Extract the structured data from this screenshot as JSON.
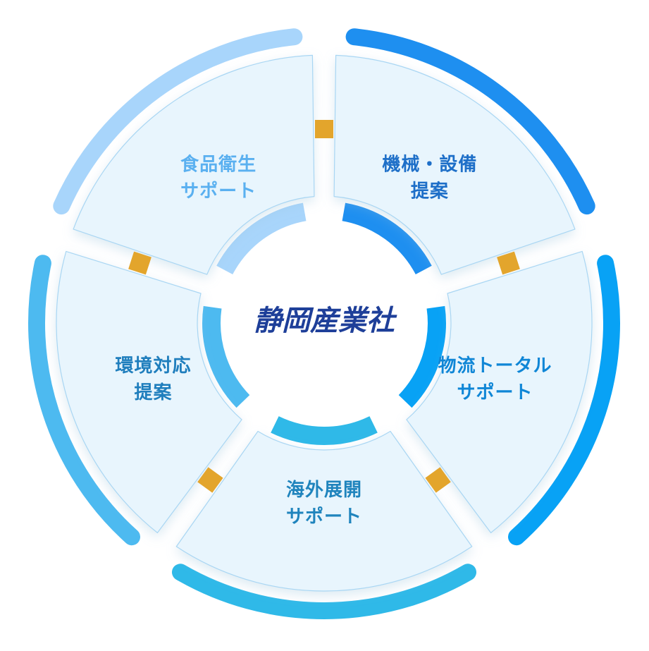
{
  "center": {
    "logo": "静岡産業社",
    "color": "#1e3f99"
  },
  "segments": [
    {
      "id": "food",
      "lines": [
        "食品衛生",
        "サポート"
      ],
      "color": "#a8d5fb",
      "text_color": "#5ab0f0"
    },
    {
      "id": "machine",
      "lines": [
        "機械・設備",
        "提案"
      ],
      "color": "#1e8ff0",
      "text_color": "#1e6fc8"
    },
    {
      "id": "logistics",
      "lines": [
        "物流トータル",
        "サポート"
      ],
      "color": "#08a2f5",
      "text_color": "#0f86d6"
    },
    {
      "id": "overseas",
      "lines": [
        "海外展開",
        "サポート"
      ],
      "color": "#2fb9e8",
      "text_color": "#1f84bd"
    },
    {
      "id": "environment",
      "lines": [
        "環境対応",
        "提案"
      ],
      "color": "#4dbaf0",
      "text_color": "#1f7ebd"
    }
  ],
  "connector_color": "#e3a52c",
  "card_fill": "#e8f5fd",
  "card_stroke": "#a9d6f3"
}
